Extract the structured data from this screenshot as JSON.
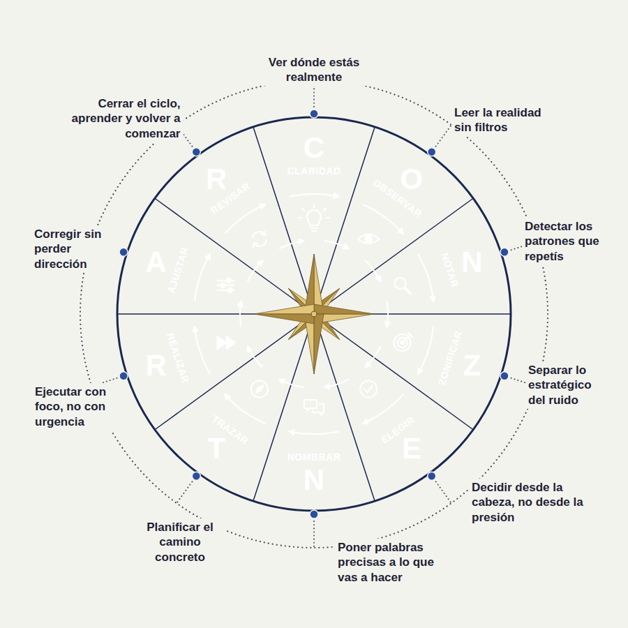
{
  "diagram": {
    "nodes": [
      {
        "text": [
          "C",
          "CLARIDAD"
        ]
      },
      {
        "text": [
          "O",
          "OBSERVAR"
        ]
      },
      {
        "text": [
          "N",
          "NOTAR"
        ]
      },
      {
        "text": [
          "Z",
          "ZONIFICAR"
        ]
      },
      {
        "text": [
          "E",
          "ELEGIR"
        ]
      },
      {
        "text": [
          "N",
          "NOMBRAR"
        ]
      },
      {
        "text": [
          "T",
          "TRAZAR"
        ]
      },
      {
        "text": [
          "R",
          "REALIZAR"
        ]
      },
      {
        "text": [
          "A",
          "AJUSTAR"
        ]
      },
      {
        "text": [
          "R",
          "REVISAR"
        ]
      }
    ],
    "edges": [
      {
        "from": 0,
        "to": 1,
        "arrow": "to"
      },
      {
        "from": 1,
        "to": 2,
        "arrow": "to"
      },
      {
        "from": 2,
        "to": 3,
        "arrow": "to"
      },
      {
        "from": 3,
        "to": 4,
        "arrow": "to"
      },
      {
        "from": 4,
        "to": 5,
        "arrow": "to"
      },
      {
        "from": 5,
        "to": 6,
        "arrow": "to"
      },
      {
        "from": 6,
        "to": 7,
        "arrow": "to"
      },
      {
        "from": 7,
        "to": 8,
        "arrow": "to"
      },
      {
        "from": 8,
        "to": 9,
        "arrow": "to"
      },
      {
        "from": 9,
        "to": 0,
        "arrow": "to"
      }
    ],
    "labels": [
      "Ver dónde estás realmente",
      "Leer la realidad sin filtros",
      "Detectar los patrones que repetís",
      "Separar lo estratégico del ruido",
      "Decidir desde la cabeza, no desde la presión",
      "Poner palabras precisas a lo que vas a hacer",
      "Planificar el camino concreto",
      "Ejecutar con foco, no con urgencia",
      "Corregir sin perder dirección",
      "Cerrar el ciclo, aprender y volver a comenzar"
    ]
  }
}
